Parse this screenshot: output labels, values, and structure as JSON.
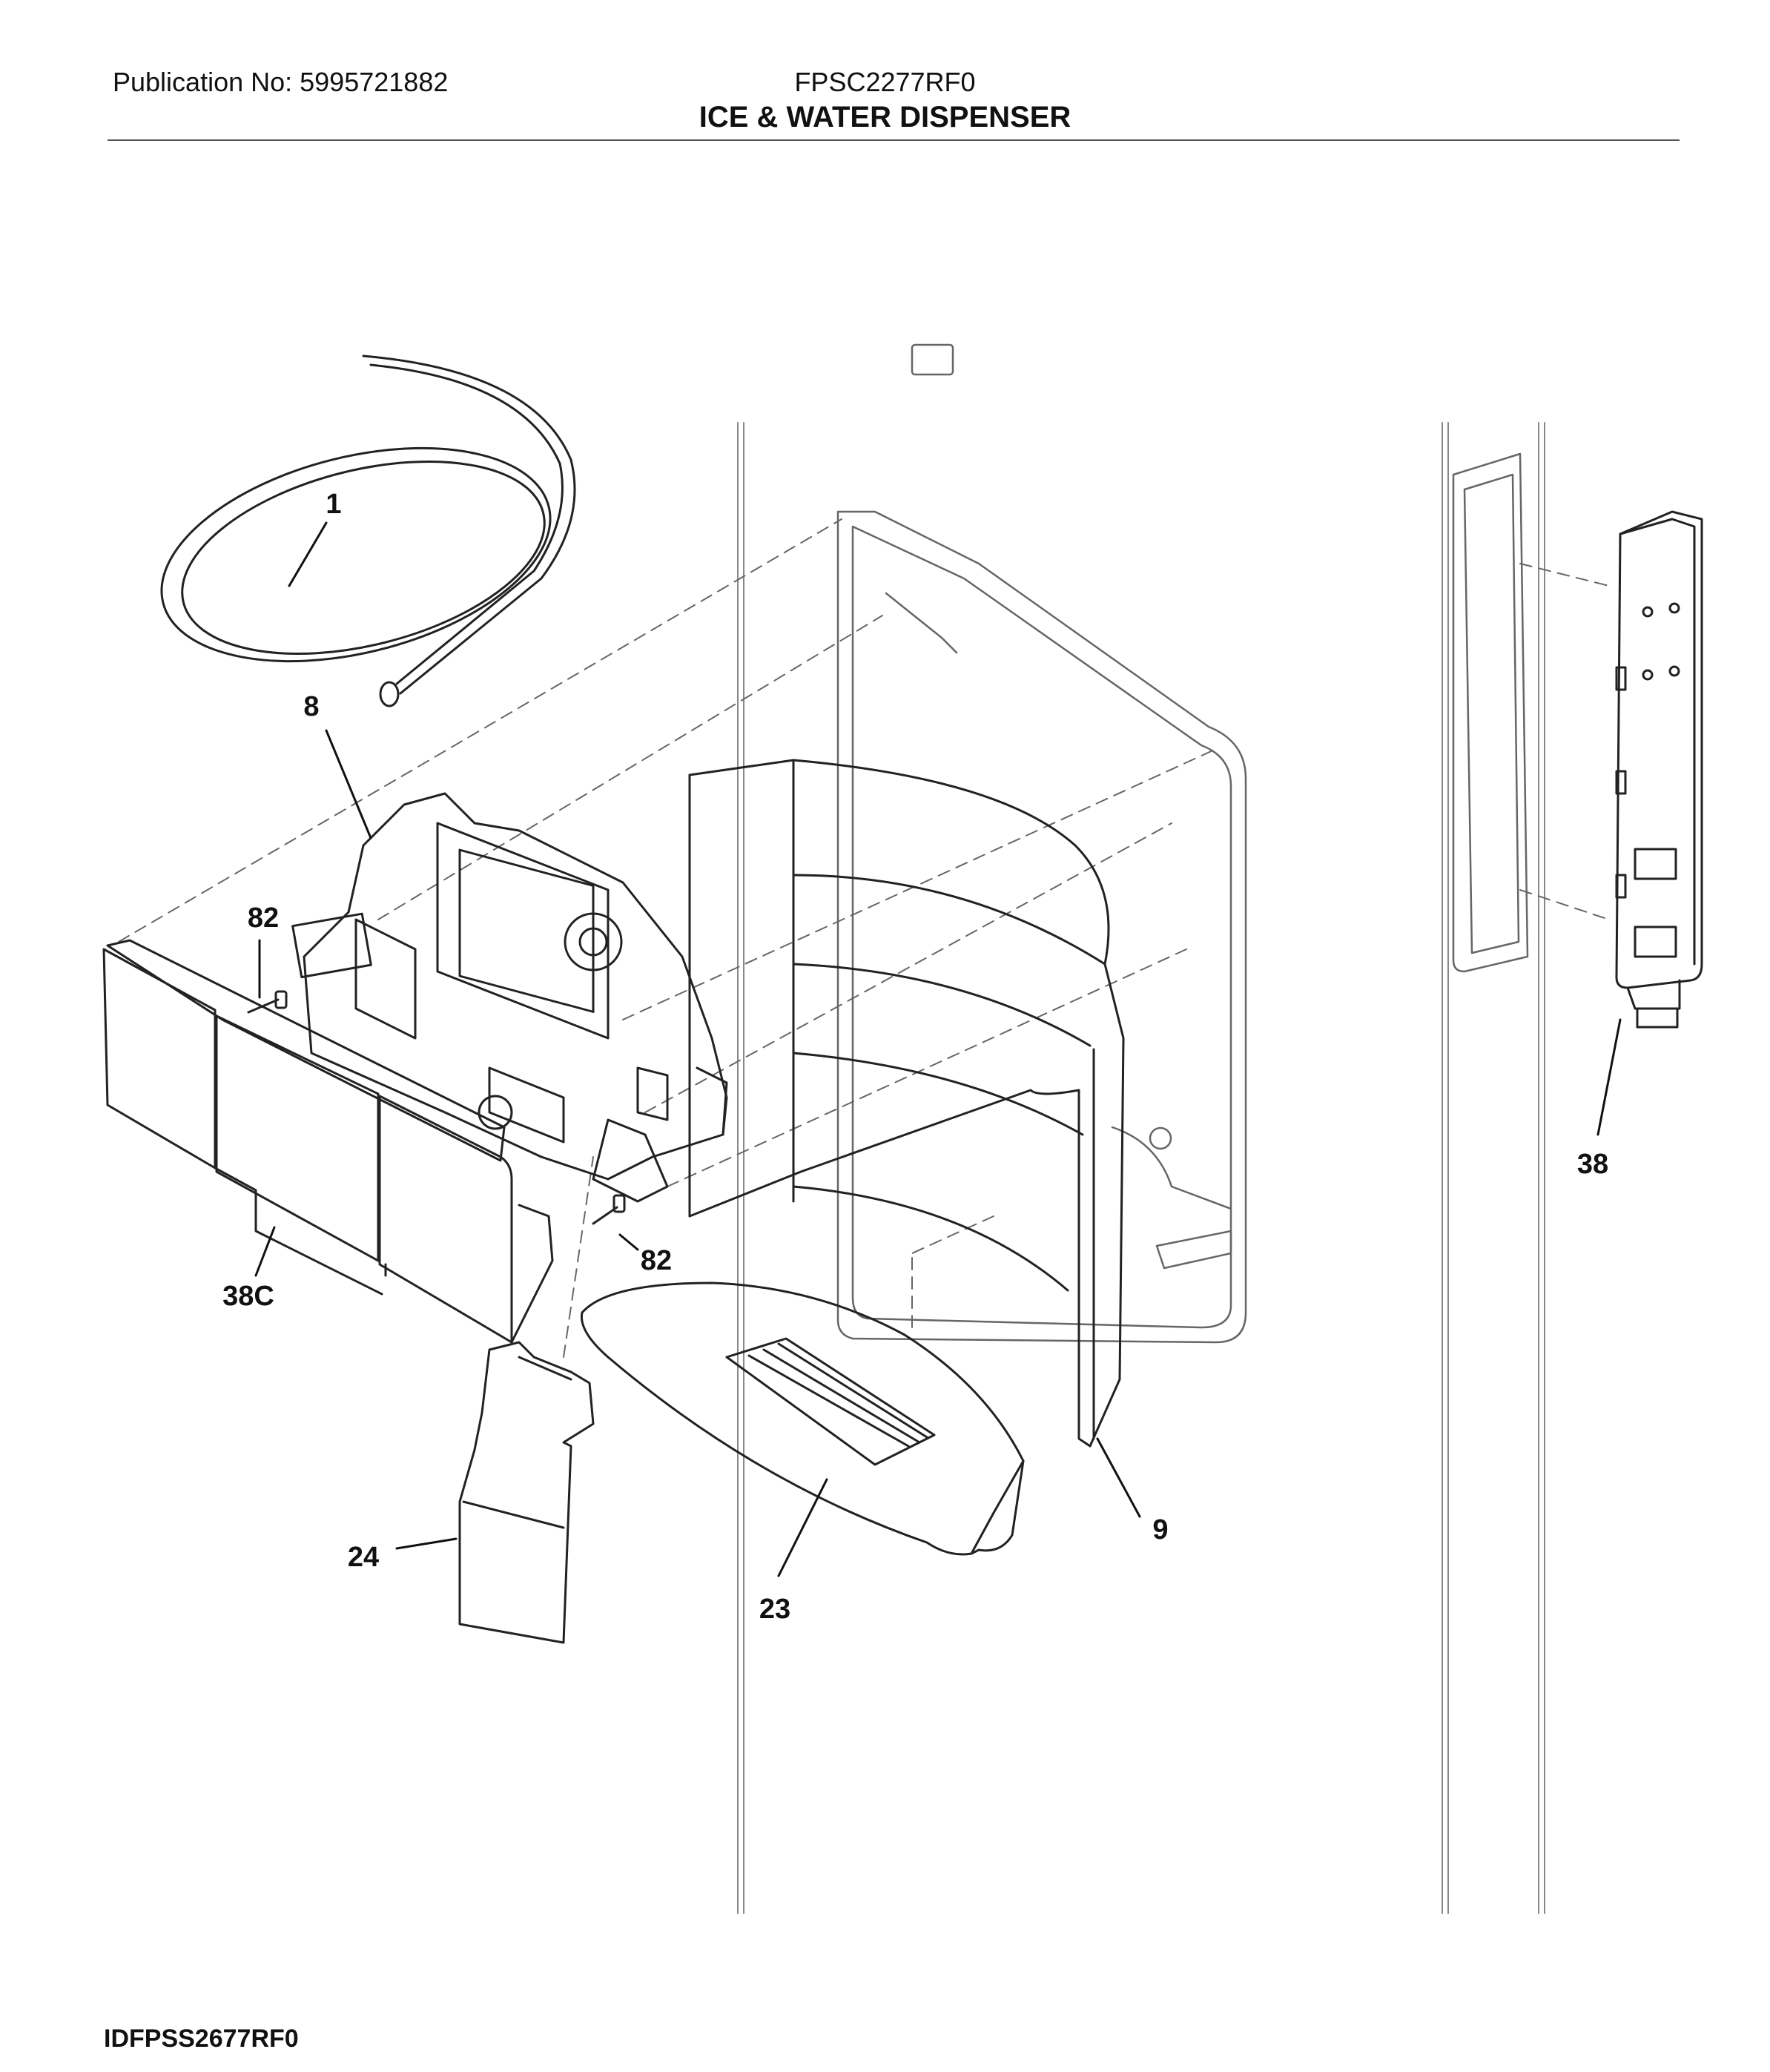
{
  "header": {
    "publication": "Publication No: 5995721882",
    "model": "FPSC2277RF0",
    "title": "ICE & WATER DISPENSER"
  },
  "footer": {
    "illustration_id": "IDFPSS2677RF0"
  },
  "callouts": {
    "tubing": "1",
    "ice_water_mechanism": "8",
    "screw_upper": "82",
    "screw_lower": "82",
    "paddle_cover_assembly": "38C",
    "ice_chute_door": "24",
    "drip_tray": "23",
    "dispenser_housing_panel": "9",
    "control_board": "38"
  }
}
